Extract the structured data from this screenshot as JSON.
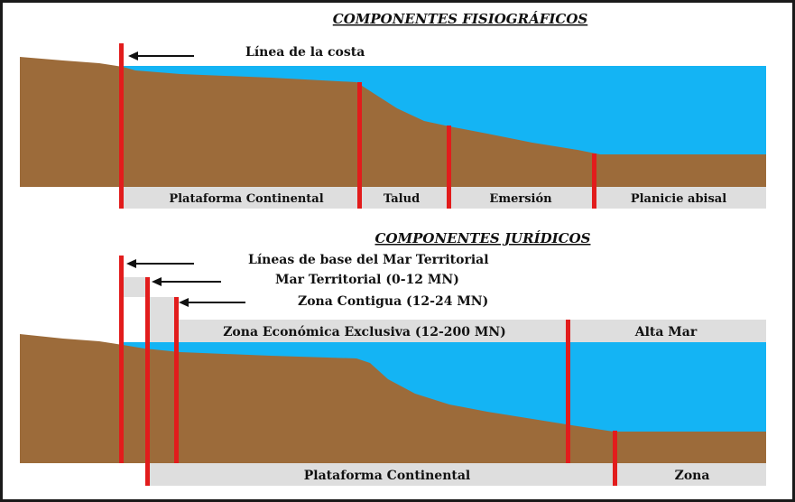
{
  "colors": {
    "sea": "#14b4f4",
    "land": "#9c6b3a",
    "band": "#dedede",
    "marker": "#e21c1c",
    "text": "#111111",
    "frame": "#1a1a1a"
  },
  "top_diagram": {
    "title": "COMPONENTES FISIOGRÁFICOS",
    "coast_label": "Línea de la costa",
    "zones": [
      "Plataforma Continental",
      "Talud",
      "Emersión",
      "Planicie abisal"
    ]
  },
  "bottom_diagram": {
    "title": "COMPONENTES JURÍDICOS",
    "baseline_label": "Líneas de base del Mar Territorial",
    "territorial_label": "Mar Territorial (0-12 MN)",
    "contiguous_label": "Zona Contigua (12-24 MN)",
    "upper_zones": [
      "Zona Económica Exclusiva (12-200 MN)",
      "Alta Mar"
    ],
    "lower_zones": [
      "Plataforma Continental",
      "Zona"
    ]
  }
}
